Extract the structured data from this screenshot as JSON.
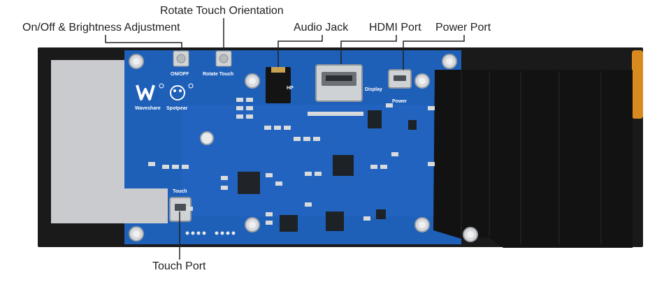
{
  "callouts": {
    "rotate_touch": "Rotate Touch Orientation",
    "onoff_brightness": "On/Off & Brightness Adjustment",
    "audio_jack": "Audio Jack",
    "hdmi_port": "HDMI Port",
    "power_port": "Power Port",
    "touch_port": "Touch Port"
  },
  "silkscreen": {
    "onoff": "ON/OFF",
    "rotate_touch": "Rotate Touch",
    "hp": "HP",
    "display": "Display",
    "power": "Power",
    "touch": "Touch",
    "waveshare": "Waveshare",
    "spotpear": "Spotpear"
  },
  "colors": {
    "pcb": "#1e5fb8",
    "screen_frame": "#1a1a1a",
    "screen_glass": "#c9cbce",
    "ribbon_cable": "#121212",
    "fpc_orange": "#d98a1f"
  }
}
